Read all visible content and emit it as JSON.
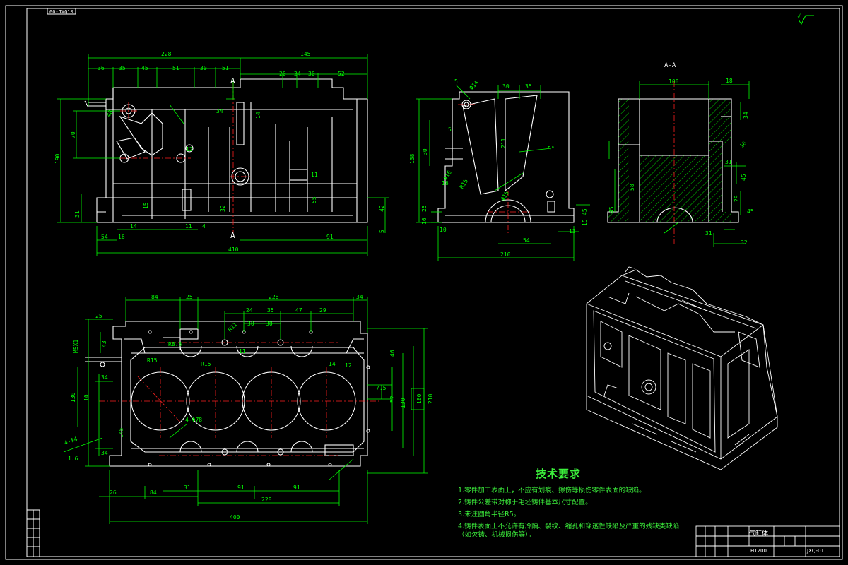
{
  "colors": {
    "background": "#000000",
    "frame": "#ffffff",
    "outline": "#ffffff",
    "dimension": "#00ff00",
    "centerline": "#ff2020",
    "hatch": "#00ff00",
    "text": "#3cf03c"
  },
  "drawing_code_rotated": "00-JXQ10",
  "roughness_mark": "√",
  "section_label": "A-A",
  "section_mark": "A",
  "front_view": {
    "top_dims": [
      "228",
      "145"
    ],
    "second_dims": [
      "36",
      "35",
      "45",
      "51",
      "30",
      "51"
    ],
    "right_dims": [
      "20",
      "24",
      "30",
      "52"
    ],
    "left_dims": [
      "190",
      "70"
    ],
    "bottom_dims": [
      "54",
      "16",
      "14",
      "11",
      "4",
      "91"
    ],
    "overall_width": "410",
    "inner_labels": [
      "34",
      "12",
      "15",
      "11",
      "32",
      "55",
      "31",
      "14",
      "42",
      "5",
      "48"
    ]
  },
  "side_view": {
    "top_dims": [
      "5",
      "Φ14",
      "30",
      "35"
    ],
    "left_dims": [
      "138",
      "30",
      "5",
      "16",
      "25",
      "16"
    ],
    "inner_labels": [
      "Φ16",
      "R15",
      "211",
      "5°",
      "Φ15",
      "45",
      "15"
    ],
    "bottom_dims": [
      "10",
      "54",
      "13"
    ],
    "overall_width": "210"
  },
  "section_view": {
    "top_dims": [
      "100",
      "18"
    ],
    "right_dims": [
      "34",
      "16",
      "45",
      "29",
      "31",
      "45"
    ],
    "left_dims": [
      "45",
      "58"
    ],
    "bottom_dims": [
      "31",
      "32"
    ]
  },
  "top_view": {
    "top_dims": [
      "84",
      "25",
      "228",
      "34"
    ],
    "second_dims": [
      "24",
      "35",
      "47",
      "29"
    ],
    "third_dims": [
      "30",
      "30"
    ],
    "left_dims": [
      "25",
      "M5X1",
      "43",
      "34",
      "130",
      "10",
      "145",
      "34"
    ],
    "inner_labels": [
      "R15",
      "R15",
      "R11",
      "R8.5",
      "11",
      "14",
      "12",
      "4-Φ78",
      "7.5",
      "46",
      "52",
      "130",
      "180",
      "210"
    ],
    "bottom_dims": [
      "26",
      "84",
      "31",
      "91",
      "91",
      "228"
    ],
    "overall_width": "400",
    "leader": [
      "4-Φ4",
      "1.6"
    ]
  },
  "tech_title": "技术要求",
  "tech_items": [
    "1.零件加工表面上，不应有划痕、擦伤等损伤零件表面的缺陷。",
    "2.铸件公差带对称于毛坯铸件基本尺寸配置。",
    "3.未注圆角半径R5。",
    "4.铸件表面上不允许有冷隔、裂纹、缩孔和穿透性缺陷及严重的残缺类缺陷（如欠铸、机械损伤等）。"
  ],
  "title_block": {
    "part_name": "气缸体",
    "material": "HT200",
    "drawing_no": "JXQ-01"
  }
}
